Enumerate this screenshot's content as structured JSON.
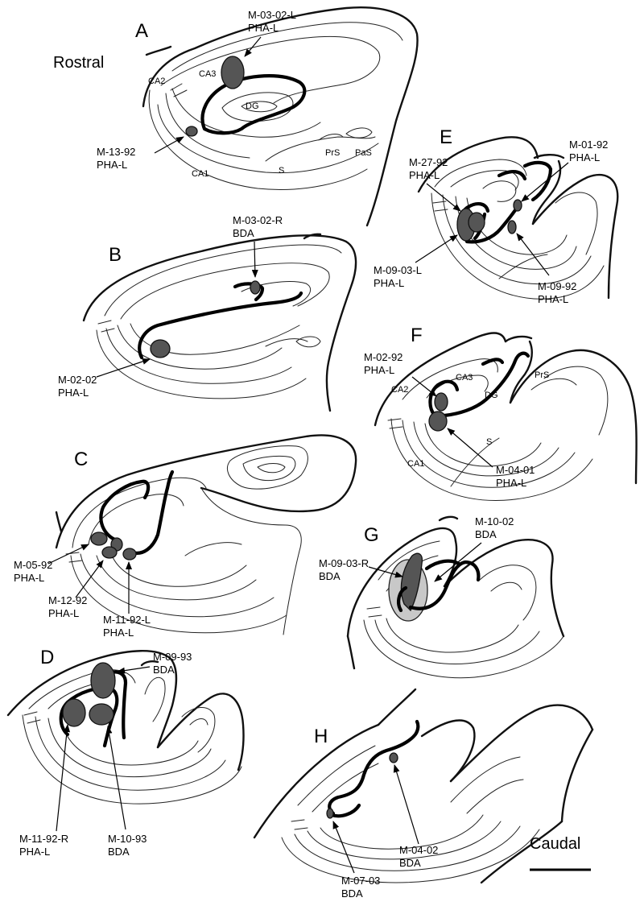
{
  "orientation": {
    "rostral": "Rostral",
    "caudal": "Caudal"
  },
  "panels": {
    "A": {
      "letter": "A",
      "regions": {
        "ca2": "CA2",
        "ca3": "CA3",
        "dg": "DG",
        "ca1": "CA1",
        "s": "S",
        "prs": "PrS",
        "pas": "PaS"
      },
      "injections": [
        {
          "case": "M-03-02-L",
          "tracer": "PHA-L"
        },
        {
          "case": "M-13-92",
          "tracer": "PHA-L"
        }
      ]
    },
    "B": {
      "letter": "B",
      "injections": [
        {
          "case": "M-03-02-R",
          "tracer": "BDA"
        },
        {
          "case": "M-02-02",
          "tracer": "PHA-L"
        }
      ]
    },
    "C": {
      "letter": "C",
      "injections": [
        {
          "case": "M-05-92",
          "tracer": "PHA-L"
        },
        {
          "case": "M-12-92",
          "tracer": "PHA-L"
        },
        {
          "case": "M-11-92-L",
          "tracer": "PHA-L"
        }
      ]
    },
    "D": {
      "letter": "D",
      "injections": [
        {
          "case": "M-09-93",
          "tracer": "BDA"
        },
        {
          "case": "M-11-92-R",
          "tracer": "PHA-L"
        },
        {
          "case": "M-10-93",
          "tracer": "BDA"
        }
      ]
    },
    "E": {
      "letter": "E",
      "injections": [
        {
          "case": "M-27-92",
          "tracer": "PHA-L"
        },
        {
          "case": "M-01-92",
          "tracer": "PHA-L"
        },
        {
          "case": "M-09-03-L",
          "tracer": "PHA-L"
        },
        {
          "case": "M-09-92",
          "tracer": "PHA-L"
        }
      ]
    },
    "F": {
      "letter": "F",
      "regions": {
        "ca2": "CA2",
        "ca3": "CA3",
        "dg": "DG",
        "ca1": "CA1",
        "s": "S",
        "prs": "PrS"
      },
      "injections": [
        {
          "case": "M-02-92",
          "tracer": "PHA-L"
        },
        {
          "case": "M-04-01",
          "tracer": "PHA-L"
        }
      ]
    },
    "G": {
      "letter": "G",
      "injections": [
        {
          "case": "M-10-02",
          "tracer": "BDA"
        },
        {
          "case": "M-09-03-R",
          "tracer": "BDA"
        }
      ]
    },
    "H": {
      "letter": "H",
      "injections": [
        {
          "case": "M-04-02",
          "tracer": "BDA"
        },
        {
          "case": "M-07-03",
          "tracer": "BDA"
        }
      ]
    }
  }
}
